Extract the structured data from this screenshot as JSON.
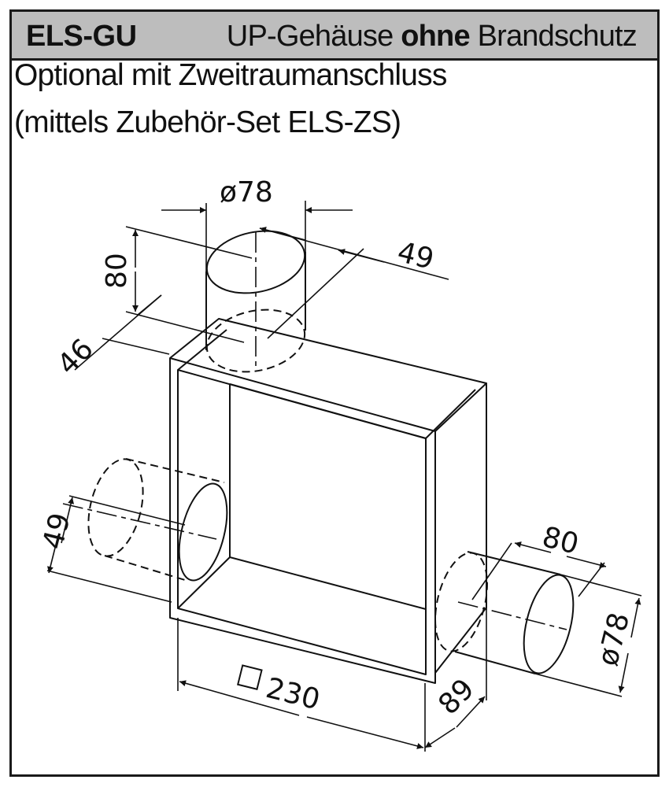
{
  "header": {
    "code": "ELS-GU",
    "title_prefix": "UP-Gehäuse ",
    "title_bold": "ohne",
    "title_suffix": " Brandschutz"
  },
  "description": {
    "line1": "Optional mit Zweitraumanschluss",
    "line2": "(mittels Zubehör-Set ELS-ZS)"
  },
  "dimensions": {
    "top_diameter": "ø78",
    "top_height": "80",
    "top_depth": "49",
    "top_offset": "46",
    "left_depth": "49",
    "right_length": "80",
    "right_diameter": "ø78",
    "width": "230",
    "depth": "89"
  },
  "colors": {
    "header_bg": "#bdbdbd",
    "line": "#111111"
  }
}
